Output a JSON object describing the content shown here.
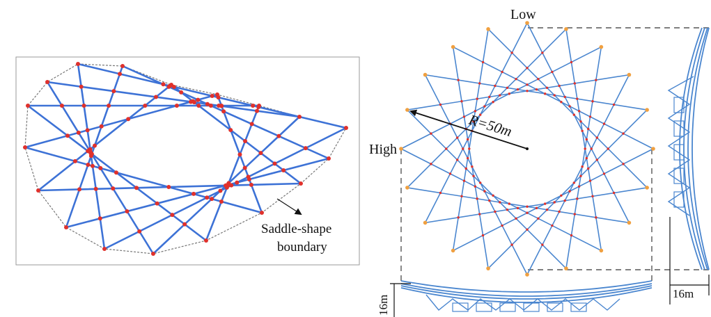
{
  "left_panel": {
    "boundary_label_line1": "Saddle-shape",
    "boundary_label_line2": "boundary"
  },
  "right_panel": {
    "radius_label": "R=50m",
    "low_label": "Low",
    "high_label": "High",
    "dim_bottom_label": "16m",
    "dim_right_label": "16m"
  },
  "colors": {
    "cable": "#3d72d6",
    "cable_light": "#4a86cf",
    "node": "#e0312c",
    "outer_node": "#f0a040",
    "dashed": "#555555",
    "text": "#111111"
  },
  "icons": [
    "arrow-icon"
  ]
}
